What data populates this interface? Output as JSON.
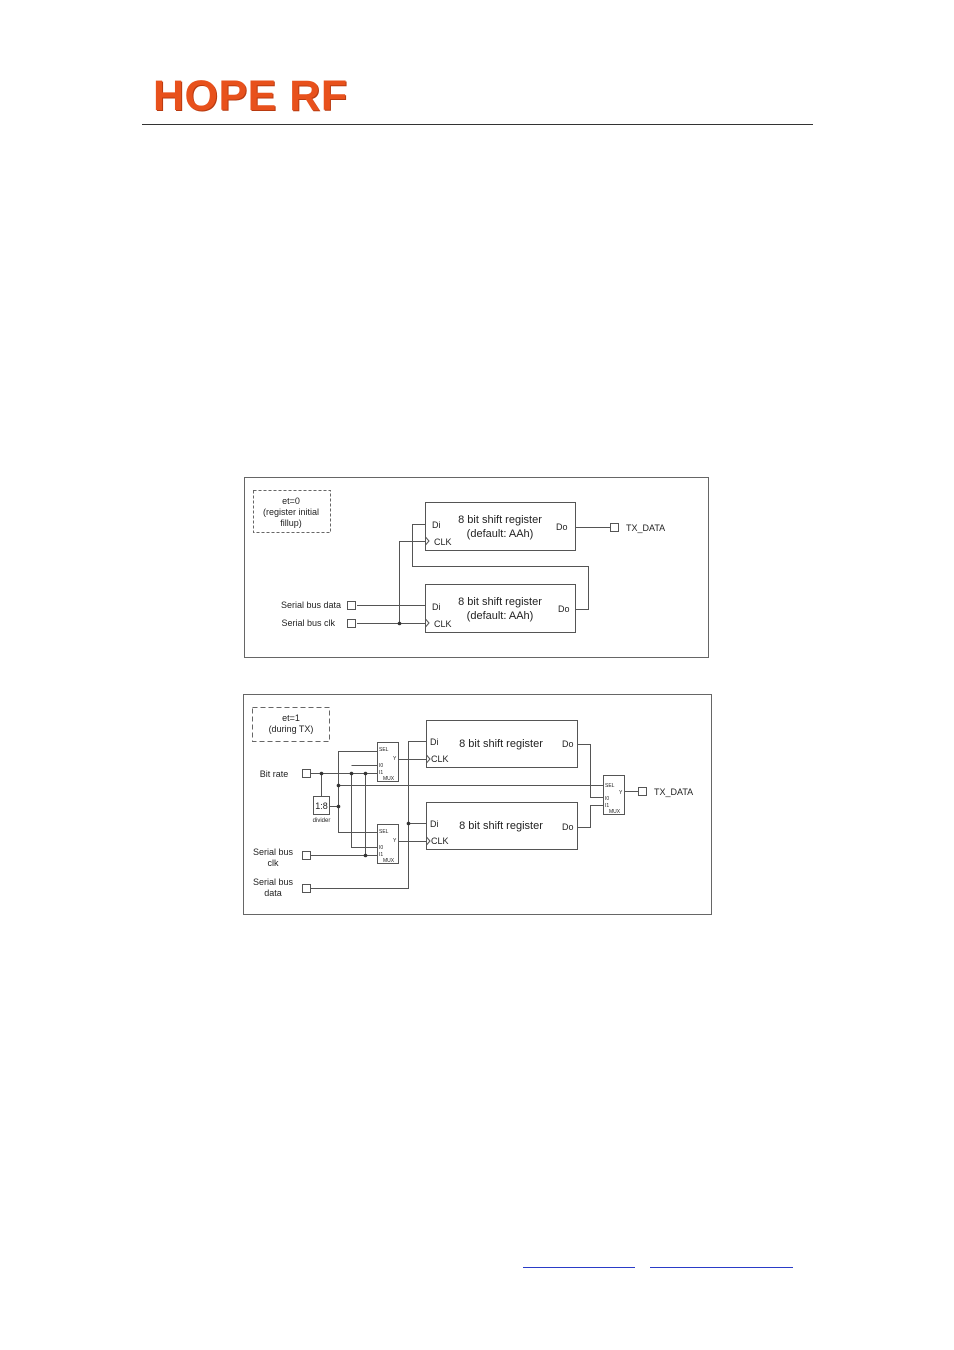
{
  "header": {
    "logo_text": "HOPE RF"
  },
  "diagram_et0": {
    "note_line1": "et=0",
    "note_line2": "(register initial",
    "note_line3": "fillup)",
    "reg_top": {
      "title": "8 bit shift register",
      "subtitle": "(default: AAh)",
      "di": "Di",
      "clk": "CLK",
      "do": "Do"
    },
    "reg_bottom": {
      "title": "8 bit shift register",
      "subtitle": "(default: AAh)",
      "di": "Di",
      "clk": "CLK",
      "do": "Do"
    },
    "input_data": "Serial bus data",
    "input_clk": "Serial bus clk",
    "output": "TX_DATA"
  },
  "diagram_et1": {
    "note_line1": "et=1",
    "note_line2": "(during TX)",
    "input_bitrate": "Bit rate",
    "divider_label": "1:8",
    "divider_caption": "divider",
    "input_clk_line1": "Serial bus",
    "input_clk_line2": "clk",
    "input_data_line1": "Serial bus",
    "input_data_line2": "data",
    "mux": {
      "sel": "SEL",
      "y": "Y",
      "i0": "I0",
      "i1": "I1",
      "name": "MUX"
    },
    "reg_top": {
      "title": "8 bit shift register",
      "di": "Di",
      "clk": "CLK",
      "do": "Do"
    },
    "reg_bottom": {
      "title": "8 bit shift register",
      "di": "Di",
      "clk": "CLK",
      "do": "Do"
    },
    "output": "TX_DATA"
  }
}
